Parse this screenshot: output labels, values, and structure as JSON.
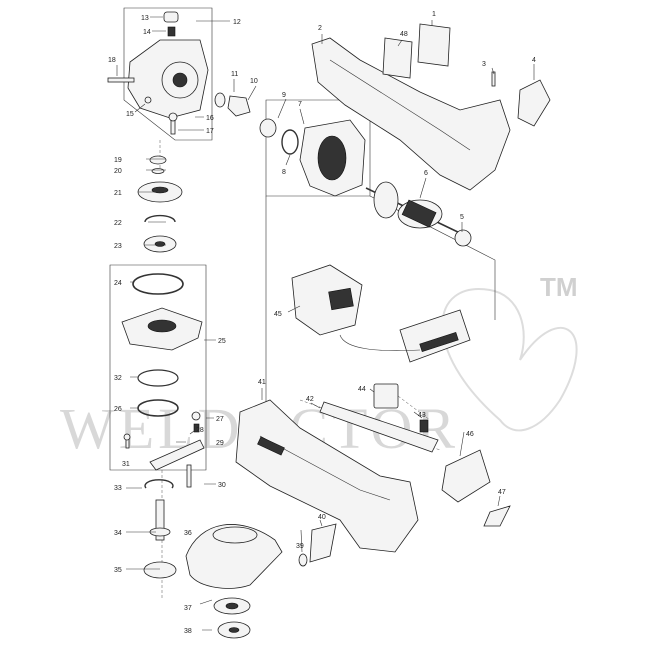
{
  "diagram": {
    "watermark": "WELDOCTOR",
    "watermark_mark": "TM",
    "part_numbers": [
      "1",
      "2",
      "3",
      "4",
      "5",
      "6",
      "7",
      "8",
      "9",
      "10",
      "11",
      "12",
      "13",
      "14",
      "15",
      "16",
      "17",
      "18",
      "19",
      "20",
      "21",
      "22",
      "23",
      "24",
      "25",
      "26",
      "27",
      "28",
      "29",
      "30",
      "31",
      "32",
      "33",
      "34",
      "35",
      "36",
      "37",
      "38",
      "39",
      "40",
      "41",
      "42",
      "43",
      "44",
      "45",
      "46",
      "47",
      "48"
    ]
  },
  "colors": {
    "ink": "#222222",
    "watermark": "#d8d8d8",
    "background": "#ffffff"
  }
}
